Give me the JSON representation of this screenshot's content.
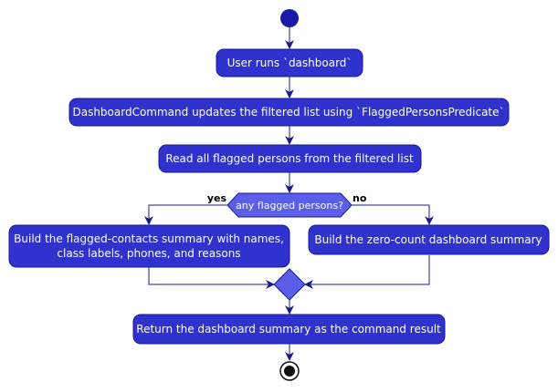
{
  "colors": {
    "node_fill": "#2f32cc",
    "node_stroke": "#1a1a99",
    "decision_fill": "#5a5ee8",
    "edge": "#1a1a8c",
    "start": "#1a1aaa"
  },
  "nodes": {
    "run": "User runs `dashboard`",
    "update": "DashboardCommand updates the filtered list using `FlaggedPersonsPredicate`",
    "read": "Read all flagged persons from the filtered list",
    "build_flagged_line1": "Build the flagged-contacts summary with names,",
    "build_flagged_line2": "class labels, phones, and reasons",
    "build_zero": "Build the zero-count dashboard summary",
    "return": "Return the dashboard summary as the command result"
  },
  "decision": {
    "question": "any flagged persons?",
    "yes_label": "yes",
    "no_label": "no"
  }
}
